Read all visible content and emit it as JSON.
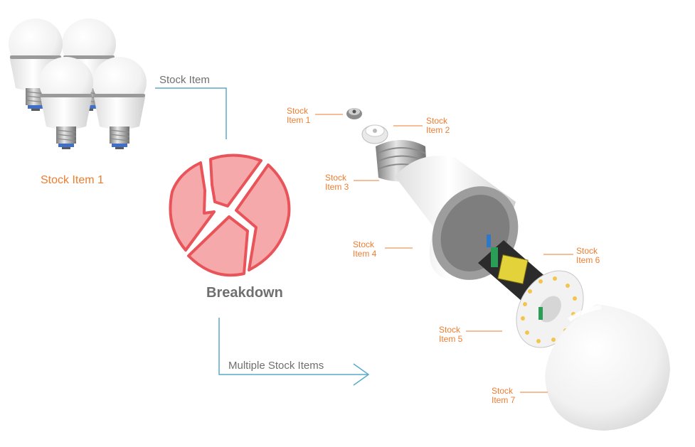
{
  "source": {
    "caption": "Stock Item 1",
    "bulb_count": 4
  },
  "flow": {
    "top_connector_label": "Stock Item",
    "action_label": "Breakdown",
    "bottom_connector_label": "Multiple Stock Items"
  },
  "parts": [
    {
      "line1": "Stock",
      "line2": "Item 1"
    },
    {
      "line1": "Stock",
      "line2": "Item 2"
    },
    {
      "line1": "Stock",
      "line2": "Item 3"
    },
    {
      "line1": "Stock",
      "line2": "Item 4"
    },
    {
      "line1": "Stock",
      "line2": "Item 5"
    },
    {
      "line1": "Stock",
      "line2": "Item 6"
    },
    {
      "line1": "Stock",
      "line2": "Item 7"
    }
  ],
  "colors": {
    "accent": "#ee7d2f",
    "connector": "#5aaccc",
    "breakdown_fill": "#f5a9aa",
    "breakdown_stroke": "#e8545a",
    "text_gray": "#6f6f6f"
  }
}
